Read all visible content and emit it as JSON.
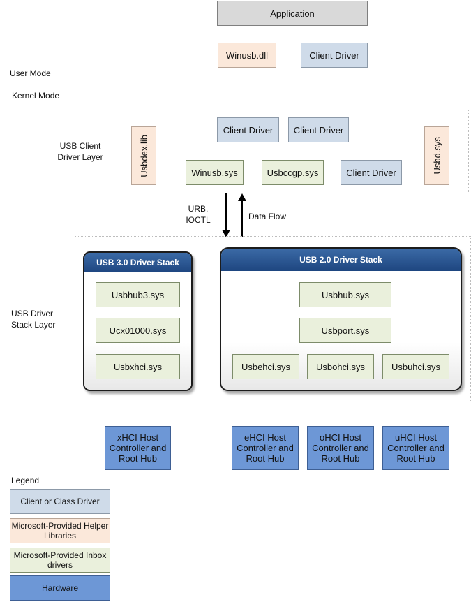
{
  "top": {
    "application": "Application",
    "winusb_dll": "Winusb.dll",
    "client_driver": "Client Driver"
  },
  "modes": {
    "user_mode": "User Mode",
    "kernel_mode": "Kernel Mode"
  },
  "client_layer": {
    "label": "USB Client Driver Layer",
    "usbdex_lib": "Usbdex.lib",
    "usbd_sys": "Usbd.sys",
    "client_driver_1": "Client Driver",
    "client_driver_2": "Client Driver",
    "client_driver_3": "Client Driver",
    "winusb_sys": "Winusb.sys",
    "usbccgp_sys": "Usbccgp.sys"
  },
  "arrows": {
    "urb_ioctl": "URB, IOCTL",
    "data_flow": "Data Flow"
  },
  "driver_stack_layer": {
    "label": "USB Driver Stack Layer",
    "usb3": {
      "title": "USB 3.0 Driver Stack",
      "items": [
        "Usbhub3.sys",
        "Ucx01000.sys",
        "Usbxhci.sys"
      ]
    },
    "usb2": {
      "title": "USB 2.0 Driver Stack",
      "usbhub": "Usbhub.sys",
      "usbport": "Usbport.sys",
      "items": [
        "Usbehci.sys",
        "Usbohci.sys",
        "Usbuhci.sys"
      ]
    }
  },
  "hardware": {
    "xhci": "xHCI Host Controller and Root Hub",
    "ehci": "eHCI Host Controller and Root Hub",
    "ohci": "oHCI Host Controller and Root Hub",
    "uhci": "uHCI Host Controller and Root Hub"
  },
  "legend": {
    "title": "Legend",
    "client": "Client or Class Driver",
    "helper": "Microsoft-Provided Helper Libraries",
    "inbox": "Microsoft-Provided Inbox drivers",
    "hardware": "Hardware"
  },
  "colors": {
    "application": "#d9d9d9",
    "client_driver": "#cfdbe9",
    "helper_library": "#fbe8da",
    "inbox_driver": "#eaf0dc",
    "hardware": "#6d97d6",
    "stack_header": "#2a5590"
  }
}
